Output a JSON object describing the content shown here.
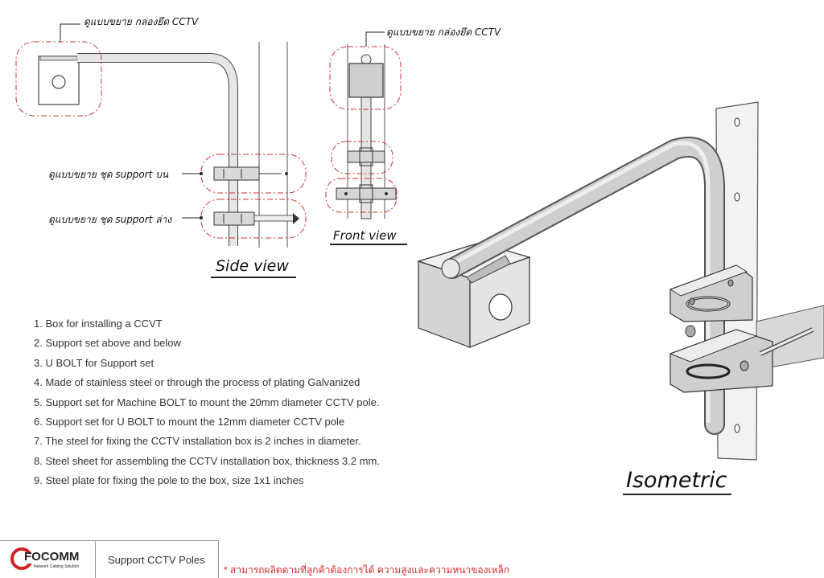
{
  "labels": {
    "side_box_detail": "ดูแบบขยาย กล่องยึด CCTV",
    "front_box_detail": "ดูแบบขยาย กล่องยึด CCTV",
    "support_upper_detail": "ดูแบบขยาย ชุด support บน",
    "support_lower_detail": "ดูแบบขยาย ชุด support ล่าง"
  },
  "views": {
    "side": "Side view",
    "front": "Front view",
    "isometric": "Isometric"
  },
  "notes": [
    "1. Box for installing a CCVT",
    "2. Support set above and below",
    "3. U BOLT for Support set",
    "4. Made of stainless steel or through the process of plating Galvanized",
    "5. Support set for Machine BOLT to mount the 20mm diameter CCTV pole.",
    "6. Support set for U BOLT to mount the 12mm diameter CCTV pole",
    "7. The steel for fixing the CCTV installation box is 2 inches in diameter.",
    "8. Steel sheet for assembling the CCTV installation box, thickness 3.2 mm.",
    "9. Steel plate for fixing the pole to the box, size 1x1 inches"
  ],
  "footer": {
    "logo_name": "FOCOMM",
    "logo_tagline": "Network Cabling Solution",
    "title": "Support CCTV Poles",
    "note": "* สามารถผลิตตามที่ลูกค้าต้องการได้ ความสูงและความหนาของเหล็ก"
  },
  "colors": {
    "detail_outline": "#cc3333",
    "footer_note": "#d22b2b",
    "logo_accent": "#cc2222",
    "steel": "#c8c8c8"
  }
}
